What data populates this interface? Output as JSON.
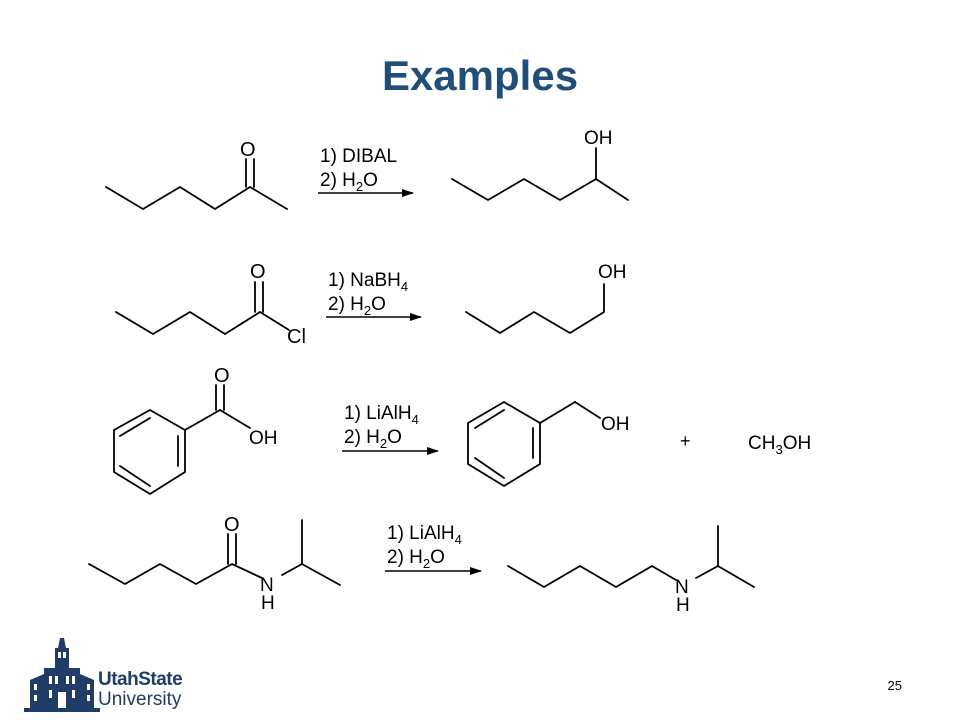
{
  "slide": {
    "title": "Examples",
    "page_number": "25"
  },
  "logo": {
    "line1": "UtahState",
    "line2": "University",
    "icon": "old-main-building-icon",
    "color": "#1f3d66"
  },
  "colors": {
    "title": "#1f4e79"
  },
  "reactions": [
    {
      "reagent1": "1) DIBAL",
      "reagent2_prefix": "2) H",
      "reagent2_sub": "2",
      "reagent2_suffix": "O",
      "reactant_labels": [
        "O"
      ],
      "product_labels": [
        "OH"
      ]
    },
    {
      "reagent1_prefix": "1) NaBH",
      "reagent1_sub": "4",
      "reagent2_prefix": "2) H",
      "reagent2_sub": "2",
      "reagent2_suffix": "O",
      "reactant_labels": [
        "O",
        "Cl"
      ],
      "product_labels": [
        "OH"
      ]
    },
    {
      "reagent1_prefix": "1) LiAlH",
      "reagent1_sub": "4",
      "reagent2_prefix": "2) H",
      "reagent2_sub": "2",
      "reagent2_suffix": "O",
      "reactant_labels": [
        "O",
        "OH"
      ],
      "product_labels": [
        "OH"
      ],
      "plus": "+",
      "byproduct_prefix": "CH",
      "byproduct_sub": "3",
      "byproduct_suffix": "OH"
    },
    {
      "reagent1_prefix": "1) LiAlH",
      "reagent1_sub": "4",
      "reagent2_prefix": "2) H",
      "reagent2_sub": "2",
      "reagent2_suffix": "O",
      "reactant_labels": [
        "O",
        "N",
        "H"
      ],
      "product_labels": [
        "N",
        "H"
      ]
    }
  ]
}
